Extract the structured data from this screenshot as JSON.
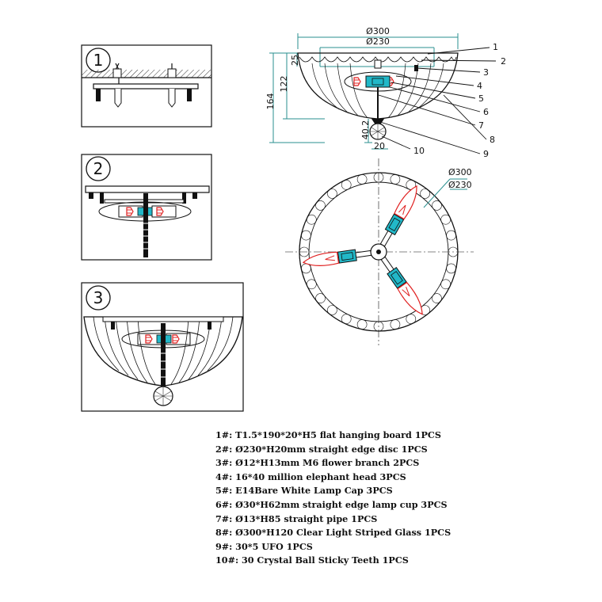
{
  "steps": [
    "1",
    "2",
    "3"
  ],
  "dimensions": {
    "side_outer_dia": "Ø300",
    "side_inner_dia": "Ø230",
    "height_25": "25",
    "height_122": "122",
    "height_164": "164",
    "height_40_2": "40.2",
    "width_20": "20",
    "top_outer_dia": "Ø300",
    "top_inner_dia": "Ø230"
  },
  "callouts": [
    "1",
    "2",
    "3",
    "4",
    "5",
    "6",
    "7",
    "8",
    "9",
    "10"
  ],
  "parts_list": [
    "1#: T1.5*190*20*H5 flat hanging board  1PCS",
    "2#: Ø230*H20mm straight edge disc 1PCS",
    "3#: Ø12*H13mm M6 flower branch 2PCS",
    "4#: 16*40 million elephant head  3PCS",
    "5#: E14Bare White Lamp Cap 3PCS",
    "6#: Ø30*H62mm straight edge lamp cup 3PCS",
    "7#: Ø13*H85 straight pipe 1PCS",
    "8#: Ø300*H120 Clear Light Striped Glass 1PCS",
    "9#: 30*5 UFO 1PCS",
    "10#: 30 Crystal Ball Sticky Teeth 1PCS"
  ],
  "colors": {
    "line": "#111111",
    "dimension": "#2a8f8f",
    "socket": "#22b8c8",
    "wire": "#e02020"
  }
}
